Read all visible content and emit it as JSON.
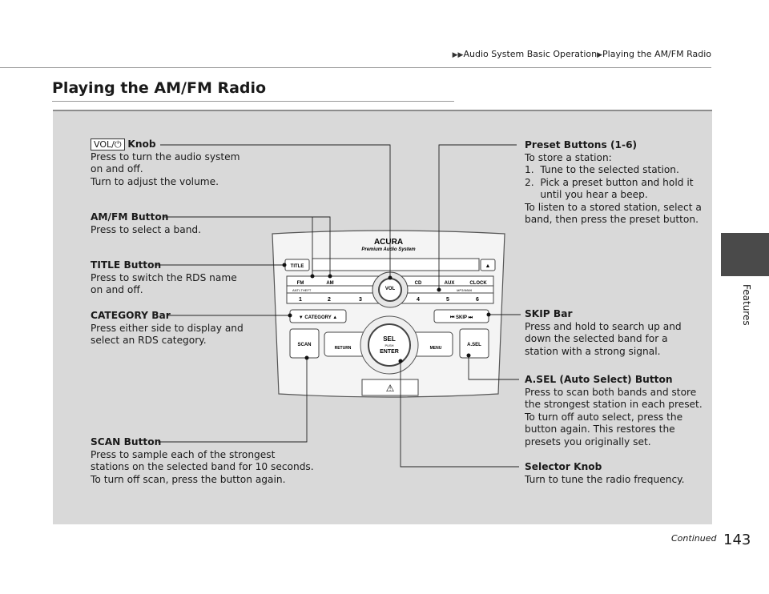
{
  "breadcrumb": {
    "items": [
      "Audio System Basic Operation",
      "Playing the AM/FM Radio"
    ]
  },
  "page_title": "Playing the AM/FM Radio",
  "side_tab": "Features",
  "page_number": "143",
  "continued": "Continued",
  "callouts": {
    "vol": {
      "badge": "VOL/⏻",
      "title": "Knob",
      "lines": [
        "Press to turn the audio system",
        "on and off.",
        "Turn to adjust the volume."
      ]
    },
    "amfm": {
      "title": "AM/FM Button",
      "lines": [
        "Press to select a band."
      ]
    },
    "title_btn": {
      "title": "TITLE Button",
      "lines": [
        "Press to switch the RDS name",
        "on and off."
      ]
    },
    "category": {
      "title": "CATEGORY Bar",
      "lines": [
        "Press either side to display and",
        "select an RDS category."
      ]
    },
    "scan": {
      "title": "SCAN Button",
      "lines": [
        "Press to sample each of the strongest",
        "stations on the selected band for 10 seconds.",
        "To turn off scan, press the button again."
      ]
    },
    "preset": {
      "title": "Preset Buttons (1-6)",
      "lines": [
        "To store a station:",
        "1.  Tune to the selected station.",
        "2.  Pick a preset button and hold it",
        "     until you hear a beep.",
        "To listen to a stored station, select a",
        "band, then press the preset button."
      ]
    },
    "skip": {
      "title": "SKIP Bar",
      "lines": [
        "Press and hold to search up and",
        "down the selected band for a",
        "station with a strong signal."
      ]
    },
    "asel": {
      "title": "A.SEL (Auto Select) Button",
      "lines": [
        "Press to scan both bands and store",
        "the strongest station in each preset.",
        "To turn off auto select, press the",
        "button again. This restores the",
        "presets you originally set."
      ]
    },
    "selector": {
      "title": "Selector Knob",
      "lines": [
        "Turn to tune the radio frequency."
      ]
    }
  },
  "radio": {
    "brand": "ACURA",
    "subtitle": "Premium Audio System",
    "title": "TITLE",
    "fm": "FM",
    "am": "AM",
    "cd": "CD",
    "aux": "AUX",
    "clock": "CLOCK",
    "vol": "VOL",
    "antitheft": "ANTI-THEFT",
    "presets": [
      "1",
      "2",
      "3",
      "4",
      "5",
      "6"
    ],
    "category": "▼ CATEGORY ▲",
    "skip": "⏮  SKIP  ⏭",
    "scan": "SCAN",
    "return": "RETURN",
    "menu": "MENU",
    "asel": "A.SEL",
    "sel": "SEL",
    "push": "PUSH",
    "enter": "ENTER",
    "mp3": "MP3/WMA"
  }
}
